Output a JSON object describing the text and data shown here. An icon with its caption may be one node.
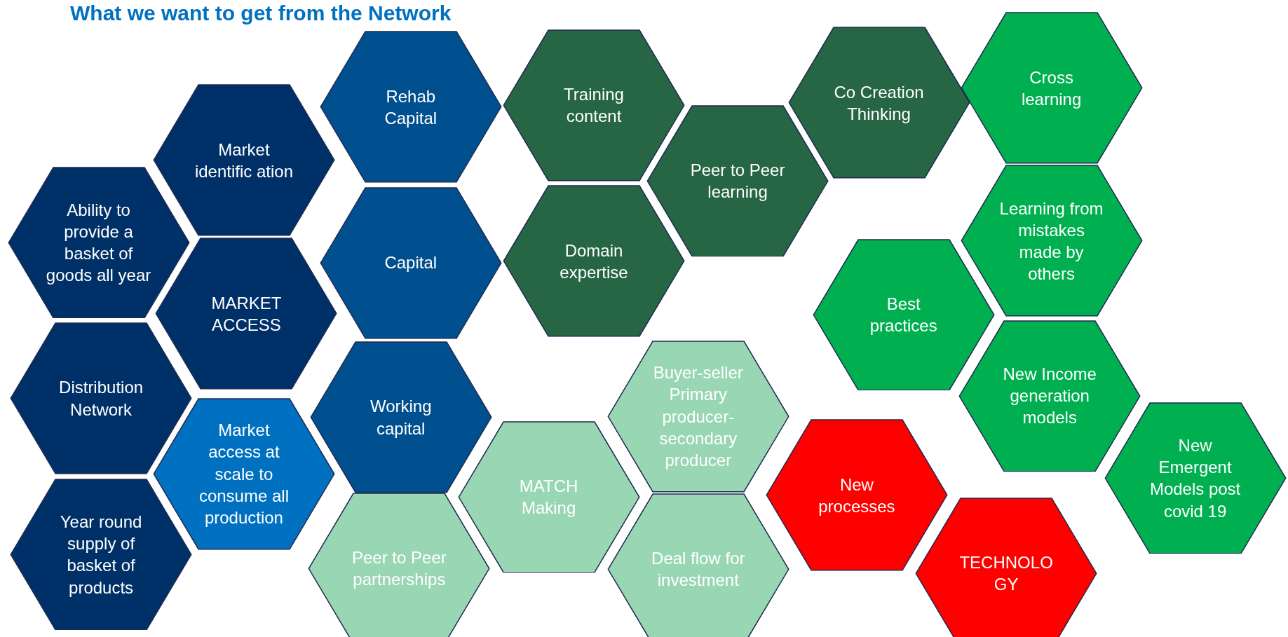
{
  "diagram": {
    "title": "What we want to get from the Network",
    "nodes": [
      {
        "text": [
          "Ability to provide a basket of goods all year"
        ]
      },
      {
        "text": [
          "Market identific ation"
        ]
      },
      {
        "text": [
          "MARKET ACCESS"
        ]
      },
      {
        "text": [
          "Distribution Network"
        ]
      },
      {
        "text": [
          "Market access at scale to consume all production"
        ]
      },
      {
        "text": [
          "Year round supply of basket of products"
        ]
      },
      {
        "text": [
          "Rehab Capital"
        ]
      },
      {
        "text": [
          "Capital"
        ]
      },
      {
        "text": [
          "Working capital"
        ]
      },
      {
        "text": [
          "Peer to Peer partnerships"
        ]
      },
      {
        "text": [
          "Training content"
        ]
      },
      {
        "text": [
          "Domain expertise"
        ]
      },
      {
        "text": [
          "Peer to Peer learning"
        ]
      },
      {
        "text": [
          "Co Creation Thinking"
        ]
      },
      {
        "text": [
          "Cross learning"
        ]
      },
      {
        "text": [
          "Learning from mistakes made by others"
        ]
      },
      {
        "text": [
          "Best practices"
        ]
      },
      {
        "text": [
          "New Income generation models"
        ]
      },
      {
        "text": [
          "New Emergent Models post covid 19"
        ]
      },
      {
        "text": [
          "MATCH Making"
        ]
      },
      {
        "text": [
          "Buyer-seller Primary producer-secondary producer"
        ]
      },
      {
        "text": [
          "Deal flow for investment"
        ]
      },
      {
        "text": [
          "New processes"
        ]
      },
      {
        "text": [
          "TECHNOLO GY"
        ]
      }
    ]
  }
}
